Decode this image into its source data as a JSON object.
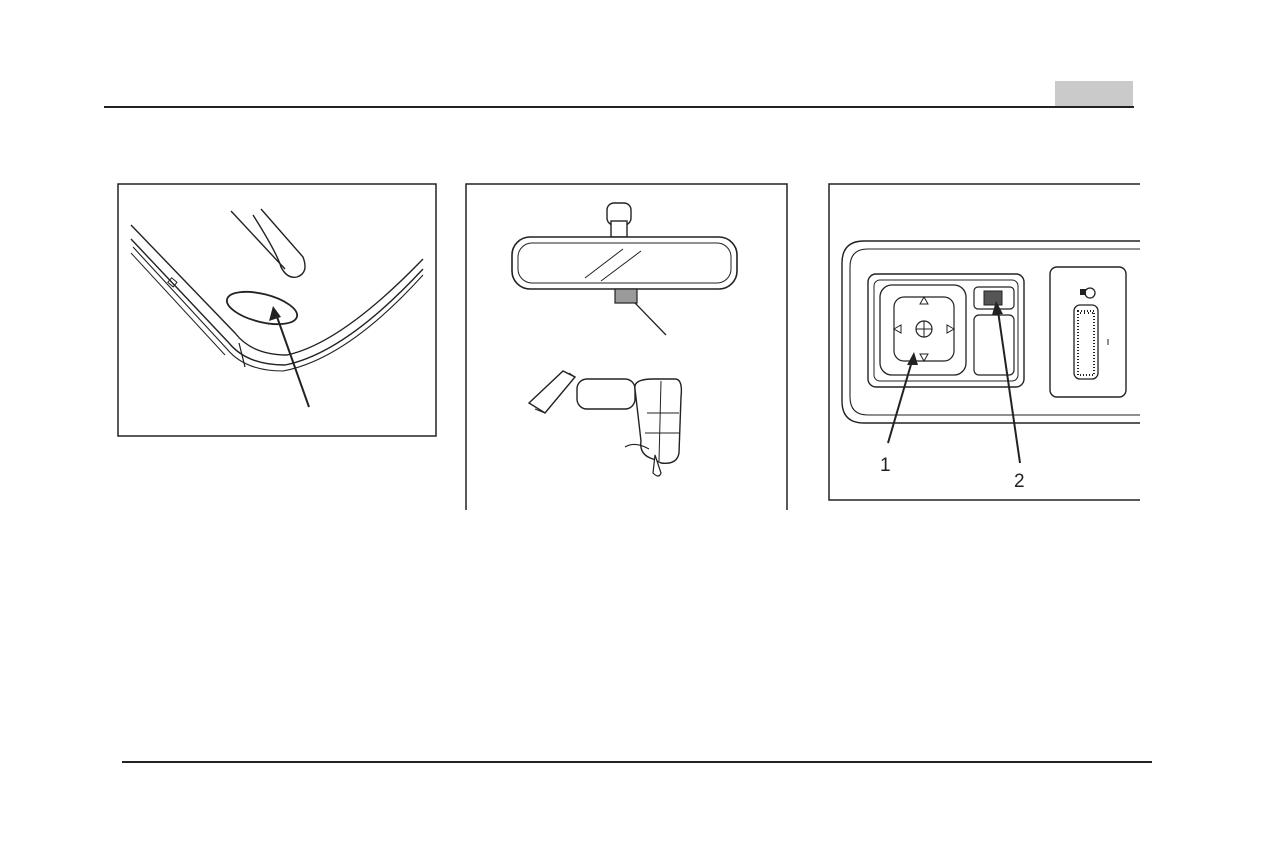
{
  "figures": [
    {
      "name": "trim-panel-with-button",
      "callouts": []
    },
    {
      "name": "rear-view-mirror",
      "callouts": []
    },
    {
      "name": "mirror-control-switch",
      "callouts": [
        {
          "label": "1"
        },
        {
          "label": "2"
        }
      ]
    }
  ],
  "colors": {
    "line": "#222222",
    "tab": "#c9cac9",
    "background": "#ffffff"
  }
}
